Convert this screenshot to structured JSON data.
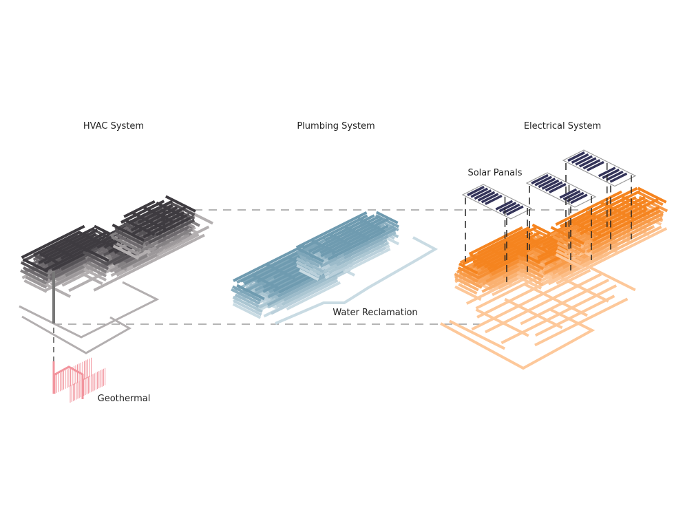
{
  "titles": {
    "hvac": "HVAC System",
    "plumbing": "Plumbing System",
    "electrical": "Electrical System"
  },
  "annotations": {
    "solar": "Solar Panals",
    "water": "Water Reclamation",
    "geothermal": "Geothermal"
  },
  "colors": {
    "hvac_dark": "#3e3b40",
    "hvac_light": "#b3afb0",
    "plumbing_dark": "#6f9bb0",
    "plumbing_light": "#c9dbe3",
    "electrical_dark": "#f5841f",
    "electrical_light": "#fdc89a",
    "geothermal": "#f2959e",
    "solar": "#34345a",
    "dash": "#888888"
  }
}
